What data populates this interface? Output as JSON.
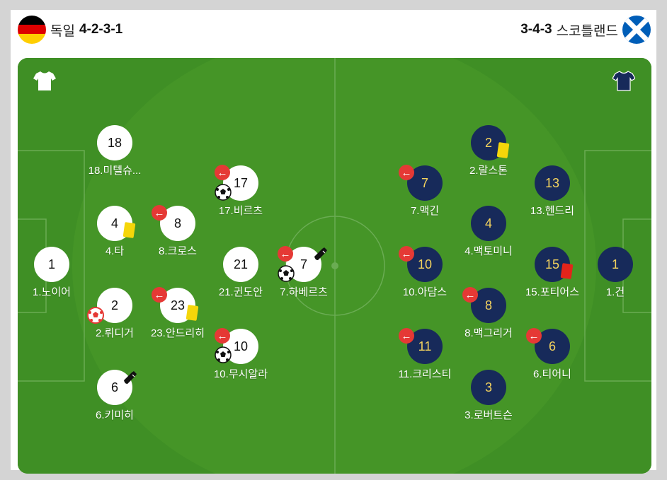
{
  "home_team": {
    "name": "독일",
    "formation": "4-2-3-1",
    "flag_colors": [
      "#000000",
      "#dd0000",
      "#ffce00"
    ],
    "kit_color": "#ffffff"
  },
  "away_team": {
    "name": "스코틀랜드",
    "formation": "3-4-3",
    "flag_colors": [
      "#005eb8",
      "#ffffff"
    ],
    "kit_color": "#172a5a"
  },
  "pitch": {
    "grass_light": "#4a9a2e",
    "grass_dark": "#3f8f25",
    "line_color": "#6aac53"
  },
  "home_players": [
    {
      "number": "1",
      "name": "1.노이어",
      "events": []
    },
    {
      "number": "18",
      "name": "18.미텔슈...",
      "events": []
    },
    {
      "number": "4",
      "name": "4.타",
      "events": [
        "yellow-card"
      ]
    },
    {
      "number": "2",
      "name": "2.뤼디거",
      "events": [
        "own-goal"
      ]
    },
    {
      "number": "6",
      "name": "6.키미히",
      "events": [
        "assist"
      ]
    },
    {
      "number": "8",
      "name": "8.크로스",
      "events": [
        "substitution"
      ]
    },
    {
      "number": "23",
      "name": "23.안드리히",
      "events": [
        "substitution",
        "yellow-card"
      ]
    },
    {
      "number": "17",
      "name": "17.비르츠",
      "events": [
        "substitution",
        "goal"
      ]
    },
    {
      "number": "21",
      "name": "21.귄도안",
      "events": []
    },
    {
      "number": "10",
      "name": "10.무시알라",
      "events": [
        "substitution",
        "goal"
      ]
    },
    {
      "number": "7",
      "name": "7.하베르츠",
      "events": [
        "substitution",
        "goal",
        "assist"
      ]
    }
  ],
  "away_players": [
    {
      "number": "1",
      "name": "1.건",
      "events": []
    },
    {
      "number": "13",
      "name": "13.헨드리",
      "events": []
    },
    {
      "number": "15",
      "name": "15.포티어스",
      "events": [
        "red-card"
      ]
    },
    {
      "number": "6",
      "name": "6.티어니",
      "events": [
        "substitution"
      ]
    },
    {
      "number": "2",
      "name": "2.랄스톤",
      "events": [
        "yellow-card"
      ]
    },
    {
      "number": "4",
      "name": "4.맥토미니",
      "events": []
    },
    {
      "number": "8",
      "name": "8.맥그리거",
      "events": [
        "substitution"
      ]
    },
    {
      "number": "3",
      "name": "3.로버트슨",
      "events": []
    },
    {
      "number": "7",
      "name": "7.맥긴",
      "events": [
        "substitution"
      ]
    },
    {
      "number": "10",
      "name": "10.아담스",
      "events": [
        "substitution"
      ]
    },
    {
      "number": "11",
      "name": "11.크리스티",
      "events": [
        "substitution"
      ]
    }
  ],
  "icons": {
    "substitution_glyph": "←",
    "substitution": "substitution-arrow-icon",
    "goal": "soccer-ball-icon",
    "own_goal": "own-goal-ball-icon",
    "assist": "boot-icon",
    "yellow_card": "yellow-card-icon",
    "red_card": "red-card-icon",
    "home_kit": "white-shirt-icon",
    "away_kit": "navy-shirt-icon"
  }
}
